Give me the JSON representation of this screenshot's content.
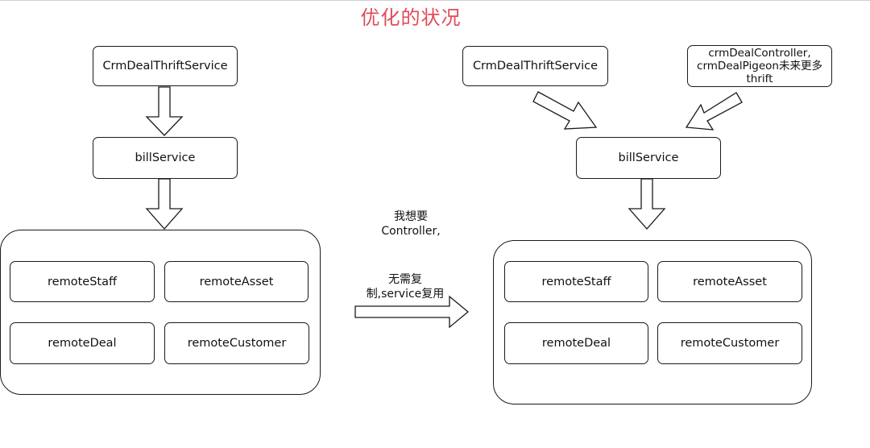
{
  "title": "优化的状况",
  "colors": {
    "title": "#e04c5a",
    "stroke": "#1a1a1a"
  },
  "left": {
    "top_service": "CrmDealThriftService",
    "bill_service": "billService",
    "remotes": [
      "remoteStaff",
      "remoteAsset",
      "remoteDeal",
      "remoteCustomer"
    ]
  },
  "middle_note": {
    "line1": "我想要",
    "line2": "Controller,",
    "line3": "无需复",
    "line4": "制,service复用"
  },
  "right": {
    "top_service": "CrmDealThriftService",
    "future_line1": "crmDealController,",
    "future_line2": "crmDealPigeon未来更多",
    "future_line3": "thrift",
    "bill_service": "billService",
    "remotes": [
      "remoteStaff",
      "remoteAsset",
      "remoteDeal",
      "remoteCustomer"
    ]
  },
  "icons": [
    "down-arrow-icon",
    "right-arrow-icon",
    "diagonal-arrow-icon"
  ]
}
